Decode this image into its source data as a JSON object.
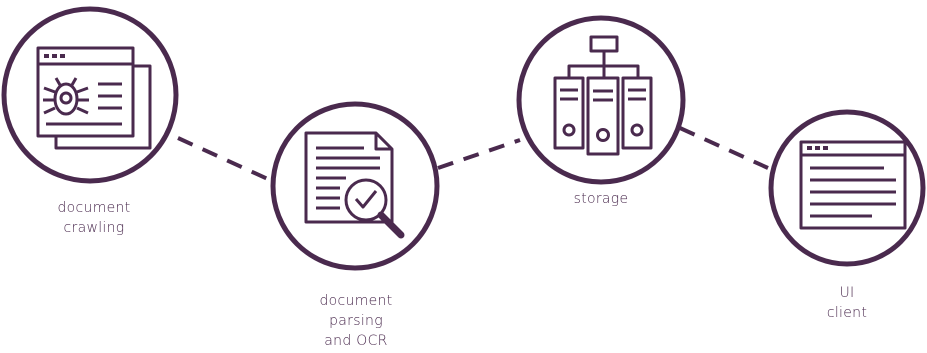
{
  "colors": {
    "stroke": "#4a2a4e",
    "text": "#4a2a4e",
    "background": "#ffffff"
  },
  "nodes": [
    {
      "id": "crawling",
      "icon": "bug-browser-icon",
      "label_lines": [
        "document",
        "crawling"
      ]
    },
    {
      "id": "parsing",
      "icon": "document-magnifier-check-icon",
      "label_lines": [
        "document",
        "parsing",
        "and OCR"
      ]
    },
    {
      "id": "storage",
      "icon": "server-hierarchy-icon",
      "label_lines": [
        "storage"
      ]
    },
    {
      "id": "ui",
      "icon": "browser-window-icon",
      "label_lines": [
        "UI",
        "client"
      ]
    }
  ],
  "connectors": [
    {
      "from": "crawling",
      "to": "parsing",
      "style": "dashed"
    },
    {
      "from": "parsing",
      "to": "storage",
      "style": "dashed"
    },
    {
      "from": "storage",
      "to": "ui",
      "style": "dashed"
    }
  ]
}
